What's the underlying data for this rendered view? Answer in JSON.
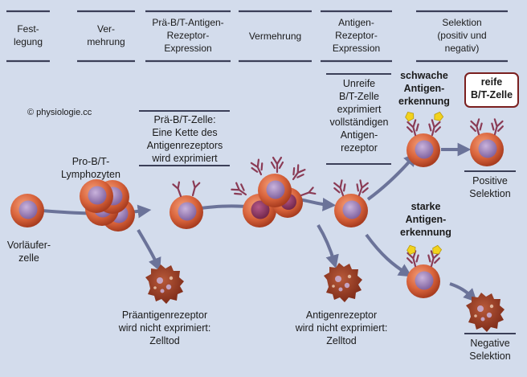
{
  "headers": [
    {
      "lines": [
        "Fest-",
        "legung"
      ]
    },
    {
      "lines": [
        "Ver-",
        "mehrung"
      ]
    },
    {
      "lines": [
        "Prä-B/T-Antigen-",
        "Rezeptor-",
        "Expression"
      ]
    },
    {
      "lines": [
        "Vermehrung"
      ]
    },
    {
      "lines": [
        "Antigen-",
        "Rezeptor-",
        "Expression"
      ]
    },
    {
      "lines": [
        "Selektion",
        "(positiv und",
        "negativ)"
      ]
    }
  ],
  "copyright": "© physiologie.cc",
  "labels": {
    "vorlaeufer": [
      "Vorläufer-",
      "zelle"
    ],
    "pro_bt": [
      "Pro-B/T-",
      "Lymphozyten"
    ],
    "prae_bt": [
      "Prä-B/T-Zelle:",
      "Eine Kette des",
      "Antigenrezeptors",
      "wird exprimiert"
    ],
    "unreife": [
      "Unreife",
      "B/T-Zelle",
      "exprimiert",
      "vollständigen",
      "Antigen-",
      "rezeptor"
    ],
    "schwache": [
      "schwache",
      "Antigen-",
      "erkennung"
    ],
    "reife": [
      "reife",
      "B/T-Zelle"
    ],
    "positive": [
      "Positive",
      "Selektion"
    ],
    "starke": [
      "starke",
      "Antigen-",
      "erkennung"
    ],
    "negative": [
      "Negative",
      "Selektion"
    ],
    "tod1": [
      "Präantigenrezeptor",
      "wird nicht exprimiert:",
      "Zelltod"
    ],
    "tod2": [
      "Antigenrezeptor",
      "wird nicht exprimiert:",
      "Zelltod"
    ]
  },
  "colors": {
    "background": "#d3dcec",
    "cell_body": "#c8512c",
    "nucleus": "#8e6fa8",
    "receptor": "#8a3b55",
    "antigen": "#f2d21d",
    "arrow": "#6b7399",
    "apoptotic": "#8a3020"
  }
}
